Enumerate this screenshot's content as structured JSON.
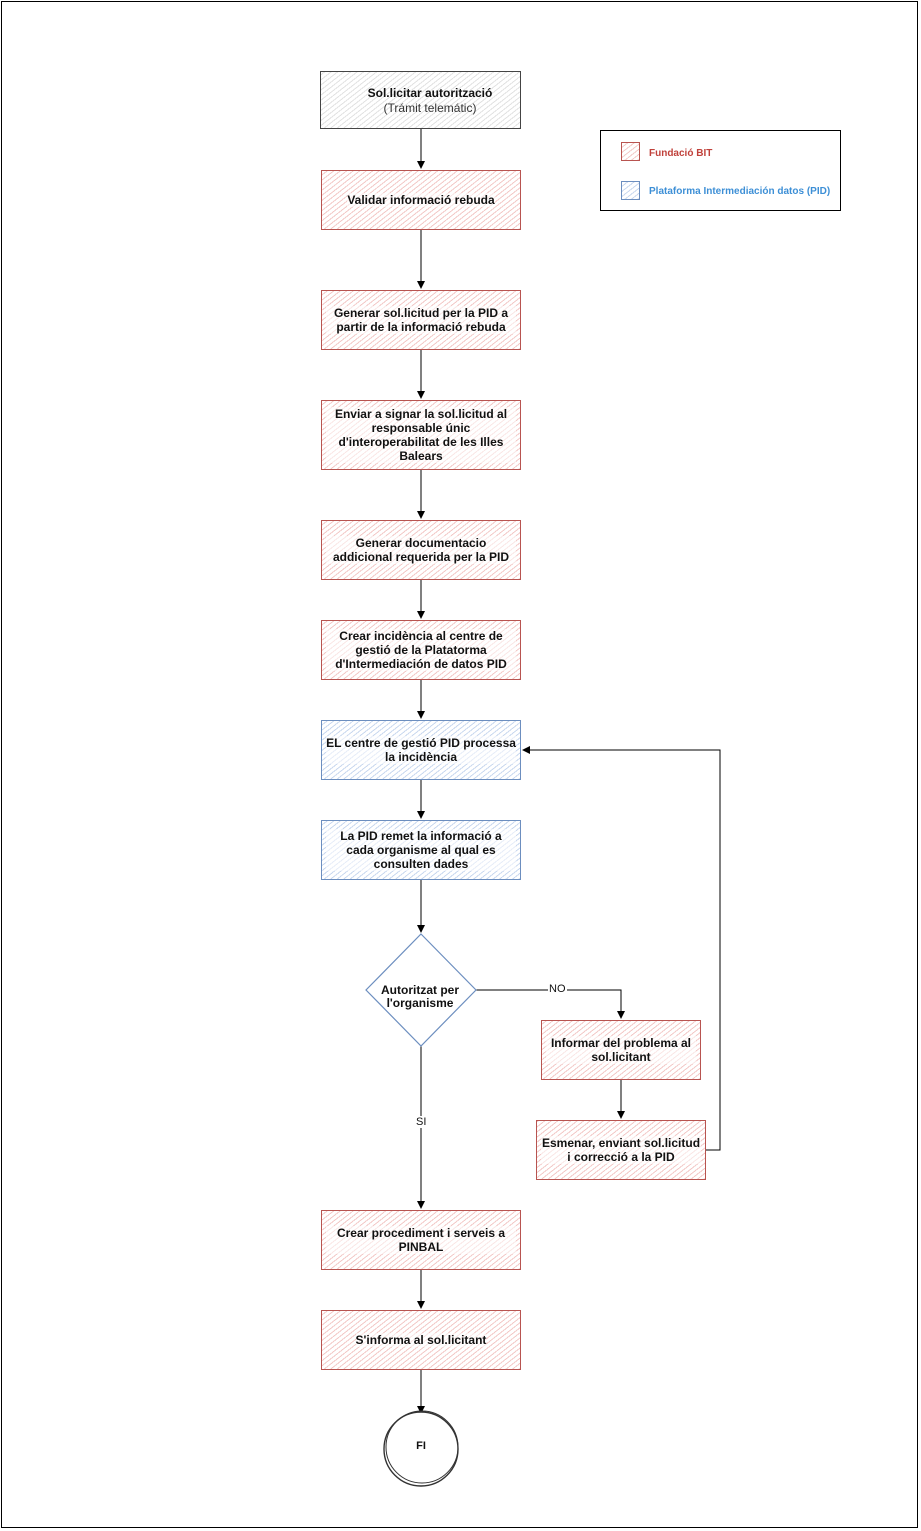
{
  "start": {
    "title": "Sol.licitar autorització",
    "subtitle": "(Trámit telemátic)"
  },
  "legend": {
    "items": [
      {
        "label": "Fundació BIT",
        "color": "#c0413b",
        "swatch": "red"
      },
      {
        "label": "Plataforma Intermediación datos (PID)",
        "color": "#3d8fd6",
        "swatch": "blue"
      }
    ]
  },
  "steps": {
    "validar": "Validar informació rebuda",
    "generar_sollicitud": "Generar sol.licitud per la PID a partir de la informació rebuda",
    "enviar_signar": "Enviar a signar la sol.licitud al responsable únic d'interoperabilitat de les Illes Balears",
    "generar_documentacio": "Generar documentacio addicional requerida per la PID",
    "crear_incidencia": "Crear incidència al centre de gestió de la Platatorma d'Intermediación de datos PID",
    "centre_processa": "EL centre de gestió PID processa la incidència",
    "pid_remet": "La PID remet la informació a cada organisme al qual es consulten dades",
    "informar_problema": "Informar del problema al sol.licitant",
    "esmenar": "Esmenar, enviant sol.licitud i correcció  a  la PID",
    "crear_procediment": "Crear procediment i serveis a PINBAL",
    "informa_sollicitant": "S'informa al sol.licitant"
  },
  "decision": {
    "question": "Autoritzat per l'organisme",
    "no_label": "NO",
    "yes_label": "SI"
  },
  "end": {
    "label": "FI"
  },
  "colors": {
    "red_border": "#b85450",
    "blue_border": "#6c8ebf",
    "line": "#000000"
  }
}
